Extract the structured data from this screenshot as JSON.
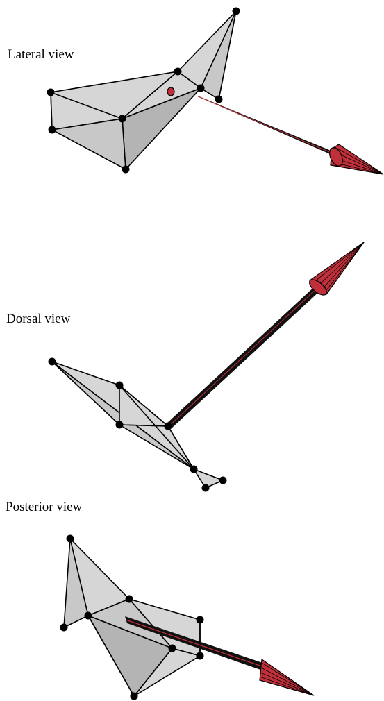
{
  "labels": {
    "lateral": "Lateral view",
    "dorsal": "Dorsal view",
    "posterior": "Posterior view"
  },
  "colors": {
    "face_light": "#d6d6d6",
    "face_dark": "#b4b4b4",
    "arrow_shaft": "#111111",
    "arrow_accent": "#c0303a",
    "joint": "#000000"
  }
}
